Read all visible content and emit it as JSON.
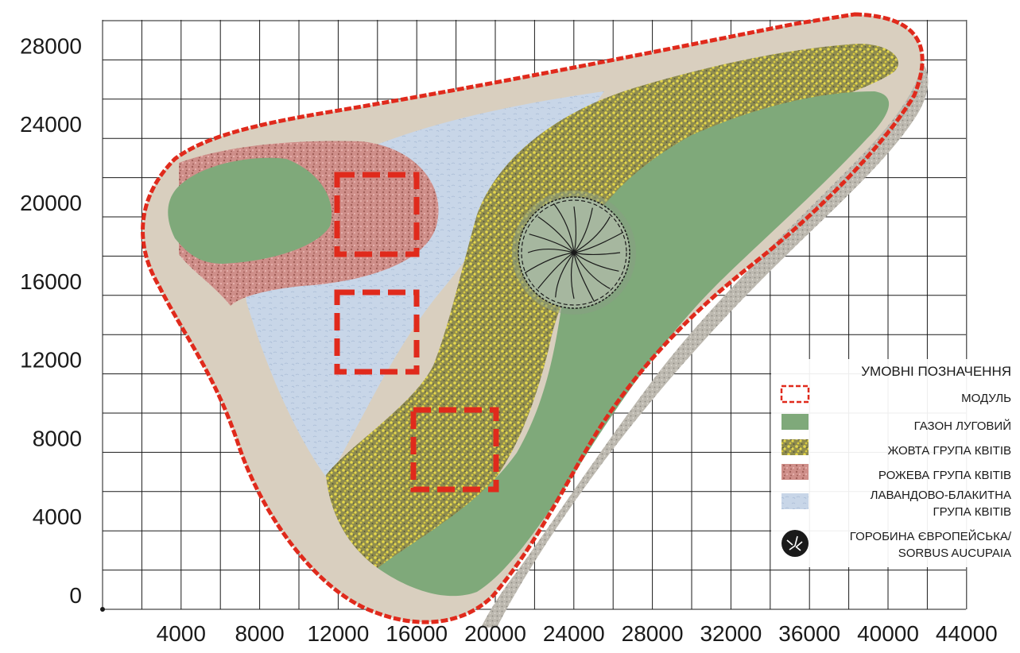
{
  "axes": {
    "x_ticks": [
      "4000",
      "8000",
      "12000",
      "16000",
      "20000",
      "24000",
      "28000",
      "32000",
      "36000",
      "40000",
      "44000"
    ],
    "y_ticks": [
      "0",
      "4000",
      "8000",
      "12000",
      "16000",
      "20000",
      "24000",
      "28000"
    ]
  },
  "legend": {
    "title": "УМОВНІ ПОЗНАЧЕННЯ",
    "items": [
      {
        "key": "module",
        "lines": [
          "МОДУЛЬ"
        ]
      },
      {
        "key": "lawn",
        "lines": [
          "ГАЗОН ЛУГОВИЙ"
        ]
      },
      {
        "key": "yellow",
        "lines": [
          "ЖОВТА ГРУПА КВІТІВ"
        ]
      },
      {
        "key": "pink",
        "lines": [
          "РОЖЕВА ГРУПА КВІТІВ"
        ]
      },
      {
        "key": "lavender",
        "lines": [
          "ЛАВАНДОВО-БЛАКИТНА",
          "ГРУПА КВІТІВ"
        ]
      },
      {
        "key": "tree",
        "lines": [
          "ГОРОБИНА ЄВРОПЕЙСЬКА/",
          "SORBUS AUCUPAIA"
        ]
      }
    ]
  },
  "colors": {
    "border": "#e02a1c",
    "path": "#d9cfbf",
    "lawn": "#7fa97a",
    "yellow_base": "#9c9a55",
    "yellow_dot": "#e4d54a",
    "pink_base": "#c98a86",
    "pink_dot": "#a8605a",
    "lavender": "#c5d3e6",
    "gravel": "#b8b5ad",
    "grid": "#1a1a1a"
  }
}
